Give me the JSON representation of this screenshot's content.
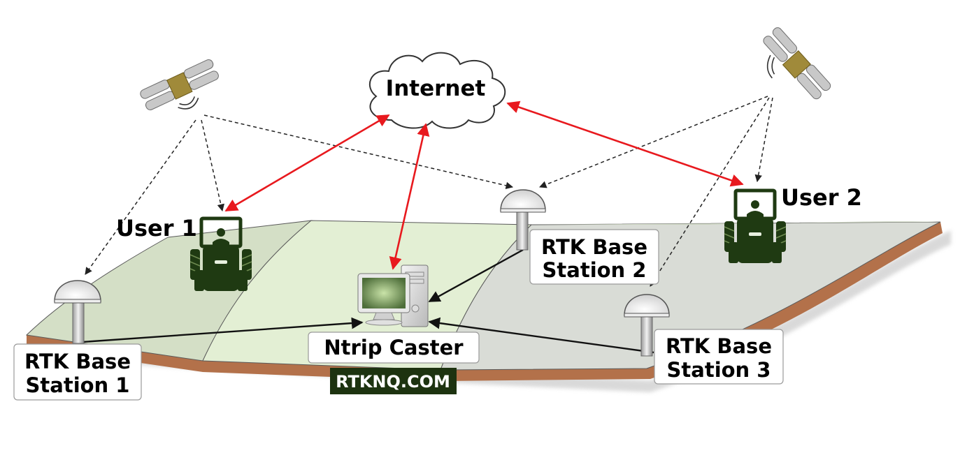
{
  "labels": {
    "internet": "Internet",
    "user1": "User 1",
    "user2": "User 2",
    "ntrip_caster": "Ntrip Caster",
    "base1": [
      "RTK Base",
      "Station 1"
    ],
    "base2": [
      "RTK Base",
      "Station 2"
    ],
    "base3": [
      "RTK Base",
      "Station 3"
    ],
    "watermark": "RTKNQ.COM"
  },
  "colors": {
    "internet_link": "#e8191e",
    "data_link": "#111111",
    "gnss_signal": "#222222",
    "field_light": "#e3efd4",
    "field_mid": "#d4dfc6",
    "field_gray": "#d9dcd6",
    "soil": "#b3714a",
    "tractor": "#1f3a12",
    "satellite_panel": "#c8c8c8",
    "satellite_body": "#a08a3a",
    "watermark_bg": "#1d3310",
    "watermark_text": "#ffffff"
  },
  "icons": [
    "satellite-icon",
    "cloud-icon",
    "antenna-icon",
    "tractor-icon",
    "computer-icon"
  ]
}
